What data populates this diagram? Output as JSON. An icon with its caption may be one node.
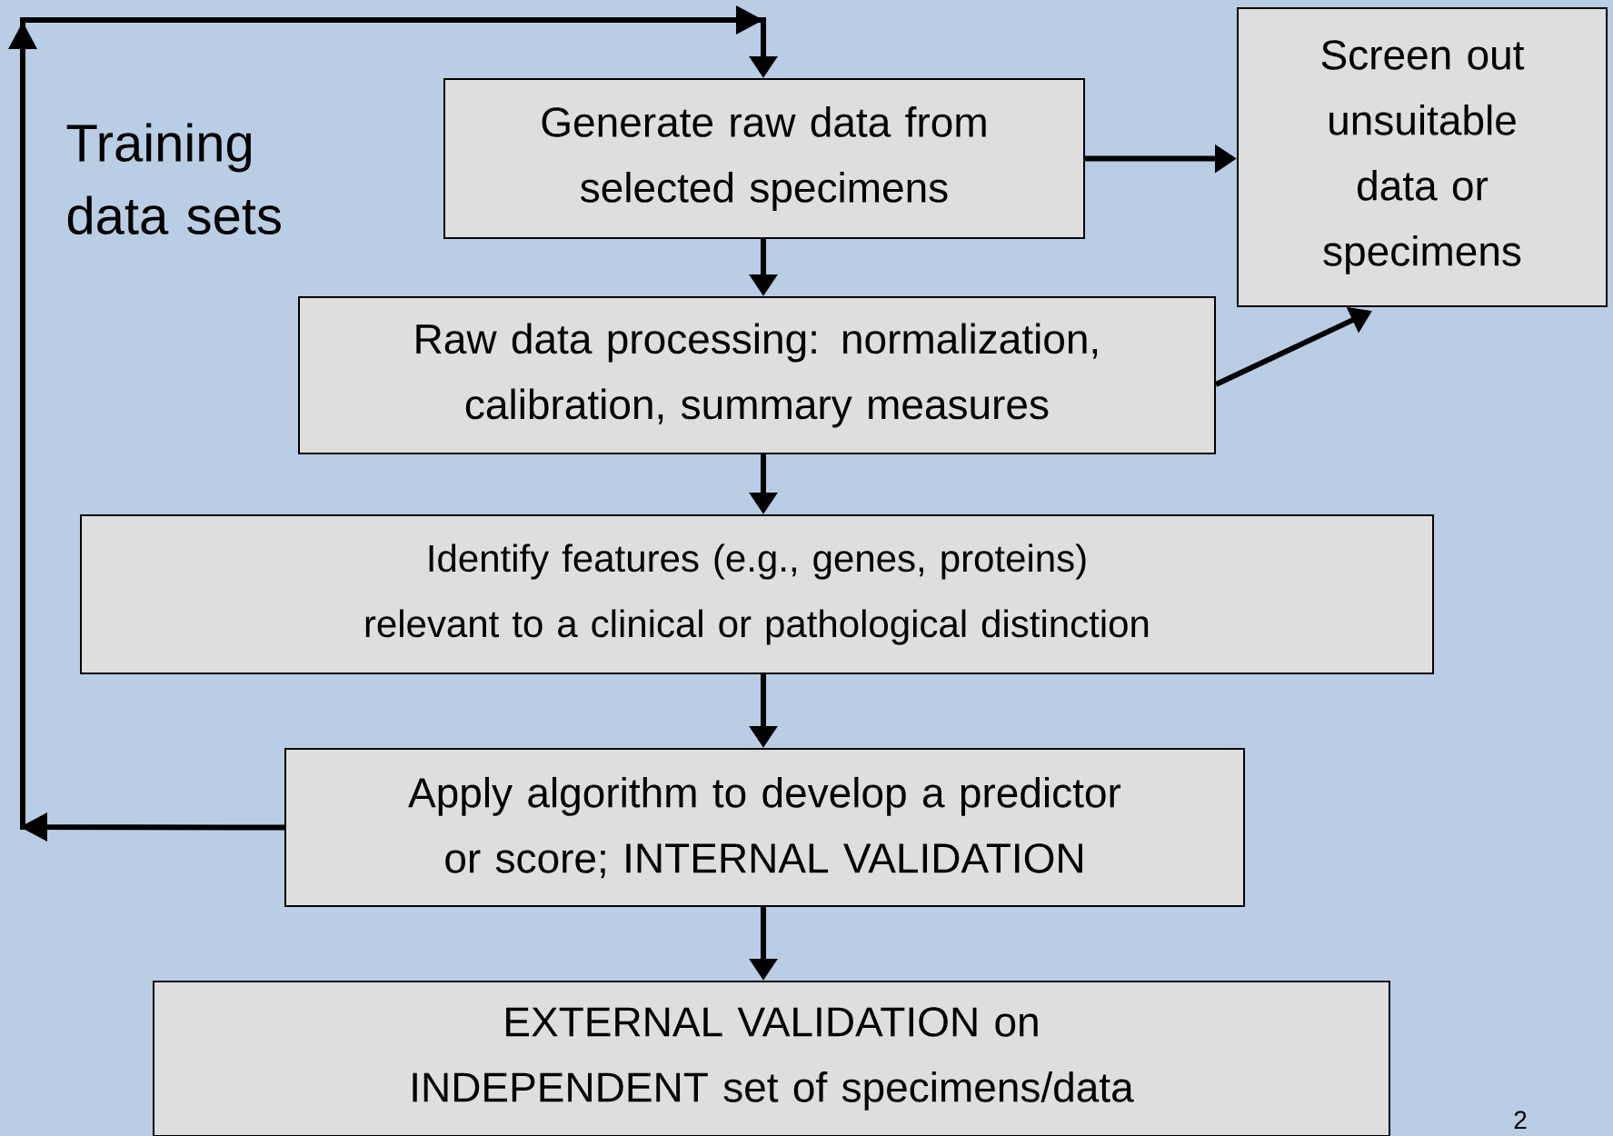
{
  "diagram": {
    "nodes": [
      {
        "text": [
          "Generate raw data from selected specimens"
        ]
      },
      {
        "text": [
          "Screen out unsuitable data or specimens"
        ]
      },
      {
        "text": [
          "Raw data processing: normalization, calibration, summary measures"
        ]
      },
      {
        "text": [
          "Identify features (e.g., genes, proteins) relevant to a clinical or pathological distinction"
        ]
      },
      {
        "text": [
          "Apply algorithm to develop a predictor or score; INTERNAL VALIDATION"
        ]
      },
      {
        "text": [
          "EXTERNAL VALIDATION on INDEPENDENT set of specimens/data"
        ]
      }
    ],
    "edges": [
      {
        "from": 0,
        "to": 1,
        "arrow": "to"
      },
      {
        "from": 0,
        "to": 2,
        "arrow": "to"
      },
      {
        "from": 2,
        "to": 1,
        "arrow": "to"
      },
      {
        "from": 2,
        "to": 3,
        "arrow": "to"
      },
      {
        "from": 3,
        "to": 4,
        "arrow": "to"
      },
      {
        "from": 4,
        "to": 0,
        "arrow": "to"
      },
      {
        "from": 4,
        "to": 5,
        "arrow": "to"
      }
    ],
    "labels": [
      "Training data sets",
      "2"
    ]
  }
}
